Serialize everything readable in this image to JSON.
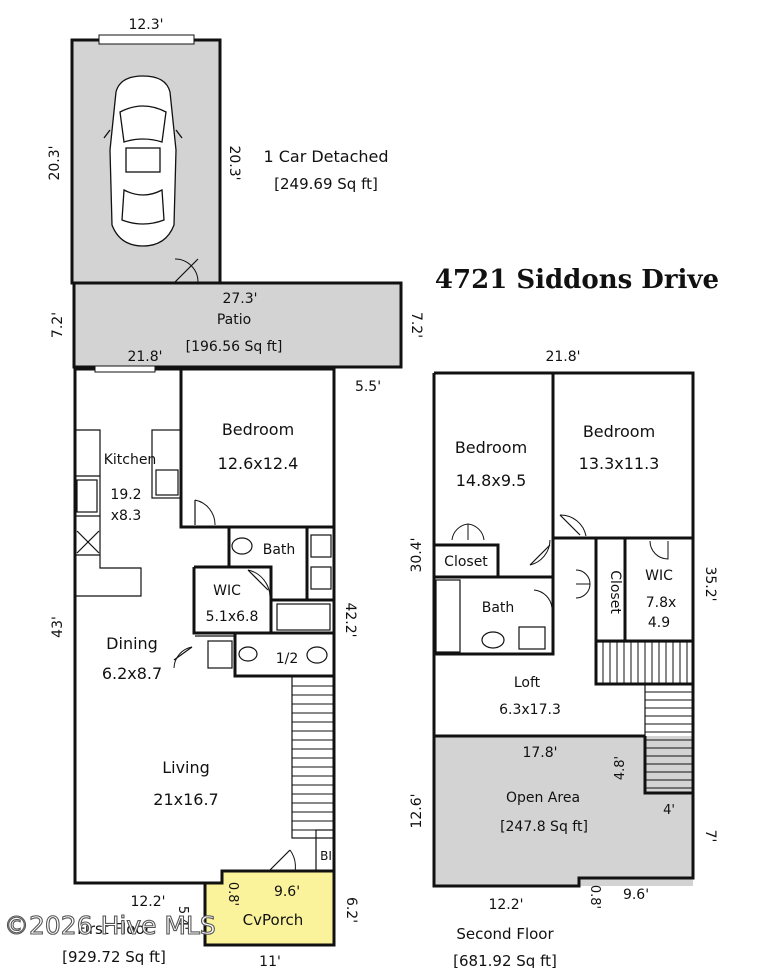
{
  "address": "4721 Siddons Drive",
  "watermark": "©2026 Hive MLS",
  "garage": {
    "title": "1 Car Detached",
    "area": "[249.69 Sq ft]",
    "dim_top": "12.3'",
    "dim_left": "20.3'",
    "dim_right": "20.3'"
  },
  "patio": {
    "name": "Patio",
    "area": "[196.56 Sq ft]",
    "dim_top": "27.3'",
    "dim_left": "7.2'",
    "dim_right": "7.2'"
  },
  "first_floor": {
    "title": "First Floor",
    "area": "[929.72 Sq ft]",
    "dims": {
      "top": "21.8'",
      "right_offset": "5.5'",
      "left": "43'",
      "right": "42.2'",
      "bottom": "12.2'",
      "porch_left": "0.8'",
      "porch_side": "5.4'",
      "porch_right": "6.2'",
      "porch_bottom": "11'"
    },
    "rooms": {
      "kitchen": {
        "name": "Kitchen",
        "dims_a": "19.2",
        "dims_b": "x8.3"
      },
      "bedroom": {
        "name": "Bedroom",
        "dims": "12.6x12.4"
      },
      "bath": {
        "name": "Bath"
      },
      "wic": {
        "name": "WIC",
        "dims": "5.1x6.8"
      },
      "half_bath": {
        "name": "1/2"
      },
      "dining": {
        "name": "Dining",
        "dims": "6.2x8.7"
      },
      "living": {
        "name": "Living",
        "dims": "21x16.7"
      },
      "built_in": {
        "name": "BI"
      },
      "porch": {
        "name": "CvPorch",
        "dims": "9.6'"
      }
    }
  },
  "second_floor": {
    "title": "Second Floor",
    "area": "[681.92 Sq ft]",
    "dims": {
      "top": "21.8'",
      "left": "30.4'",
      "right": "35.2'",
      "lower_left": "12.6'",
      "bottom": "12.2'",
      "bottom_step": "0.8'",
      "bottom_right": "9.6'",
      "stair_right": "4.8'",
      "stair_bottom": "4'",
      "right_lower": "7'"
    },
    "rooms": {
      "bedroom_left": {
        "name": "Bedroom",
        "dims": "14.8x9.5"
      },
      "bedroom_right": {
        "name": "Bedroom",
        "dims": "13.3x11.3"
      },
      "closet_left": {
        "name": "Closet"
      },
      "closet_right": {
        "name": "Closet"
      },
      "wic": {
        "name": "WIC",
        "dims_a": "7.8x",
        "dims_b": "4.9"
      },
      "bath": {
        "name": "Bath"
      },
      "loft": {
        "name": "Loft",
        "dims": "6.3x17.3"
      },
      "open_area": {
        "name": "Open Area",
        "area": "[247.8 Sq ft]",
        "dims": "17.8'"
      }
    }
  }
}
